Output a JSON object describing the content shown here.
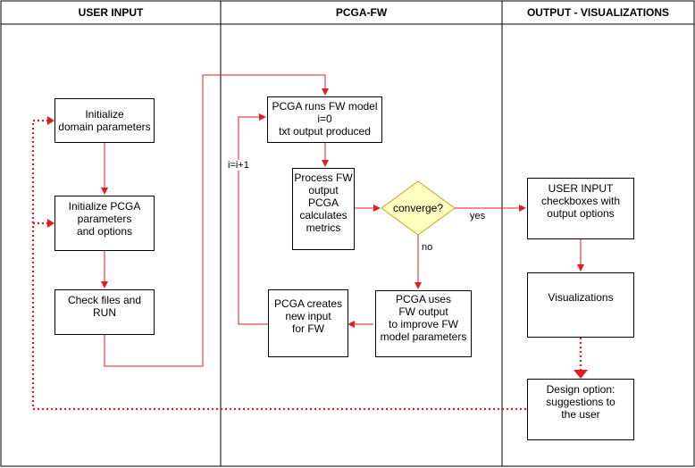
{
  "lanes": {
    "user_input": "USER INPUT",
    "pcga_fw": "PCGA-FW",
    "output": "OUTPUT - VISUALIZATIONS"
  },
  "boxes": {
    "init_domain": "Initialize\ndomain parameters",
    "init_pcga": "Initialize PCGA\nparameters\nand options",
    "check_run": "Check files and\nRUN",
    "pcga_runs": "PCGA runs FW model\ni=0\ntxt output produced",
    "process_fw": "Process FW\noutput\nPCGA\ncalculates\nmetrics",
    "pcga_creates": "PCGA creates\nnew input\nfor FW",
    "pcga_uses": "PCGA uses\nFW output\nto improve FW\nmodel parameters",
    "user_checkboxes": "USER INPUT\ncheckboxes with\noutput options",
    "visualizations": "Visualizations",
    "design_option": "Design option:\nsuggestions to\nthe user"
  },
  "decision": {
    "converge": "converge?"
  },
  "edge_labels": {
    "yes": "yes",
    "no": "no",
    "increment": "i=i+1"
  },
  "colors": {
    "arrow": "#e41e1e",
    "diamond_fill": "#ffffc0",
    "diamond_stroke": "#c9a227"
  }
}
